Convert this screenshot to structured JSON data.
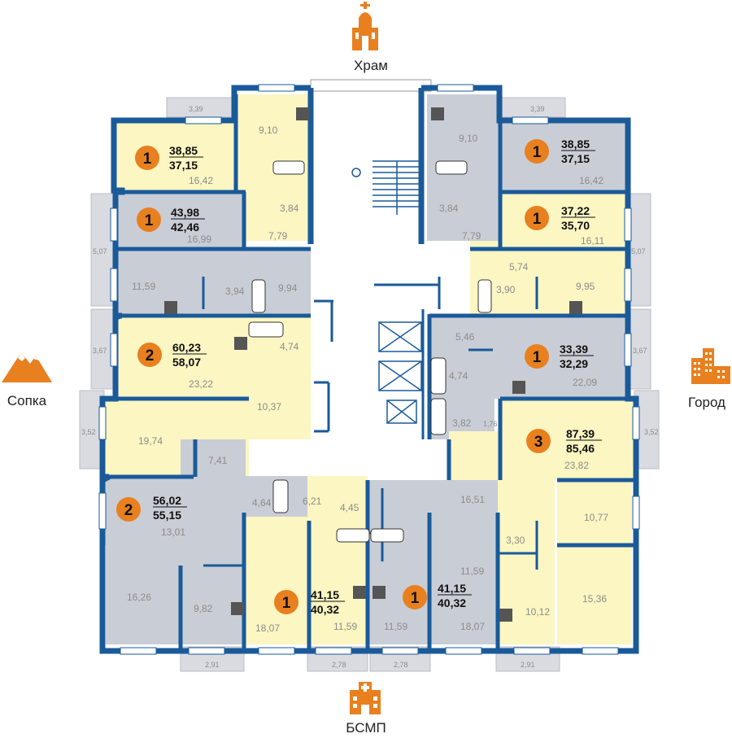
{
  "landmarks": {
    "top": "Храм",
    "left": "Сопка",
    "right": "Город",
    "bottom": "БСМП"
  },
  "colors": {
    "wall": "#1a5a99",
    "apartment_yellow": "#fbf6c2",
    "apartment_grey": "#c9cdd6",
    "balcony": "#d9dbe1",
    "badge": "#e8801f",
    "icon": "#e8801f"
  },
  "apartments": [
    {
      "id": "tl-top",
      "rooms": "1",
      "total": "38,85",
      "living": "37,15",
      "color": "yellow"
    },
    {
      "id": "tl-2",
      "rooms": "1",
      "total": "43,98",
      "living": "42,46",
      "color": "grey"
    },
    {
      "id": "l-2room",
      "rooms": "2",
      "total": "60,23",
      "living": "58,07",
      "color": "yellow"
    },
    {
      "id": "bl-2room",
      "rooms": "2",
      "total": "56,02",
      "living": "55,15",
      "color": "grey"
    },
    {
      "id": "bc-left",
      "rooms": "1",
      "total": "41,15",
      "living": "40,32",
      "color": "yellow"
    },
    {
      "id": "bc-right",
      "rooms": "1",
      "total": "41,15",
      "living": "40,32",
      "color": "grey"
    },
    {
      "id": "tr-top",
      "rooms": "1",
      "total": "38,85",
      "living": "37,15",
      "color": "grey"
    },
    {
      "id": "tr-2",
      "rooms": "1",
      "total": "37,22",
      "living": "35,70",
      "color": "yellow"
    },
    {
      "id": "r-3",
      "rooms": "1",
      "total": "33,39",
      "living": "32,29",
      "color": "grey"
    },
    {
      "id": "r-3room",
      "rooms": "3",
      "total": "87,39",
      "living": "85,46",
      "color": "yellow"
    }
  ],
  "room_areas": [
    "3,39",
    "9,10",
    "16,42",
    "3,84",
    "7,79",
    "16,99",
    "5,07",
    "11,59",
    "3,94",
    "9,94",
    "3,67",
    "4,74",
    "23,22",
    "10,37",
    "3,52",
    "19,74",
    "7,41",
    "4,64",
    "6,21",
    "4,45",
    "13,01",
    "16,26",
    "9,82",
    "18,07",
    "11,59",
    "2,91",
    "2,78",
    "3,39",
    "9,10",
    "16,42",
    "3,84",
    "7,79",
    "16,11",
    "5,07",
    "5,74",
    "3,90",
    "9,95",
    "5,46",
    "4,74",
    "22,09",
    "3,67",
    "3,82",
    "1,76",
    "23,82",
    "3,52",
    "16,51",
    "10,77",
    "3,30",
    "11,59",
    "18,07",
    "10,12",
    "15,36",
    "11,59",
    "2,78",
    "2,91"
  ]
}
